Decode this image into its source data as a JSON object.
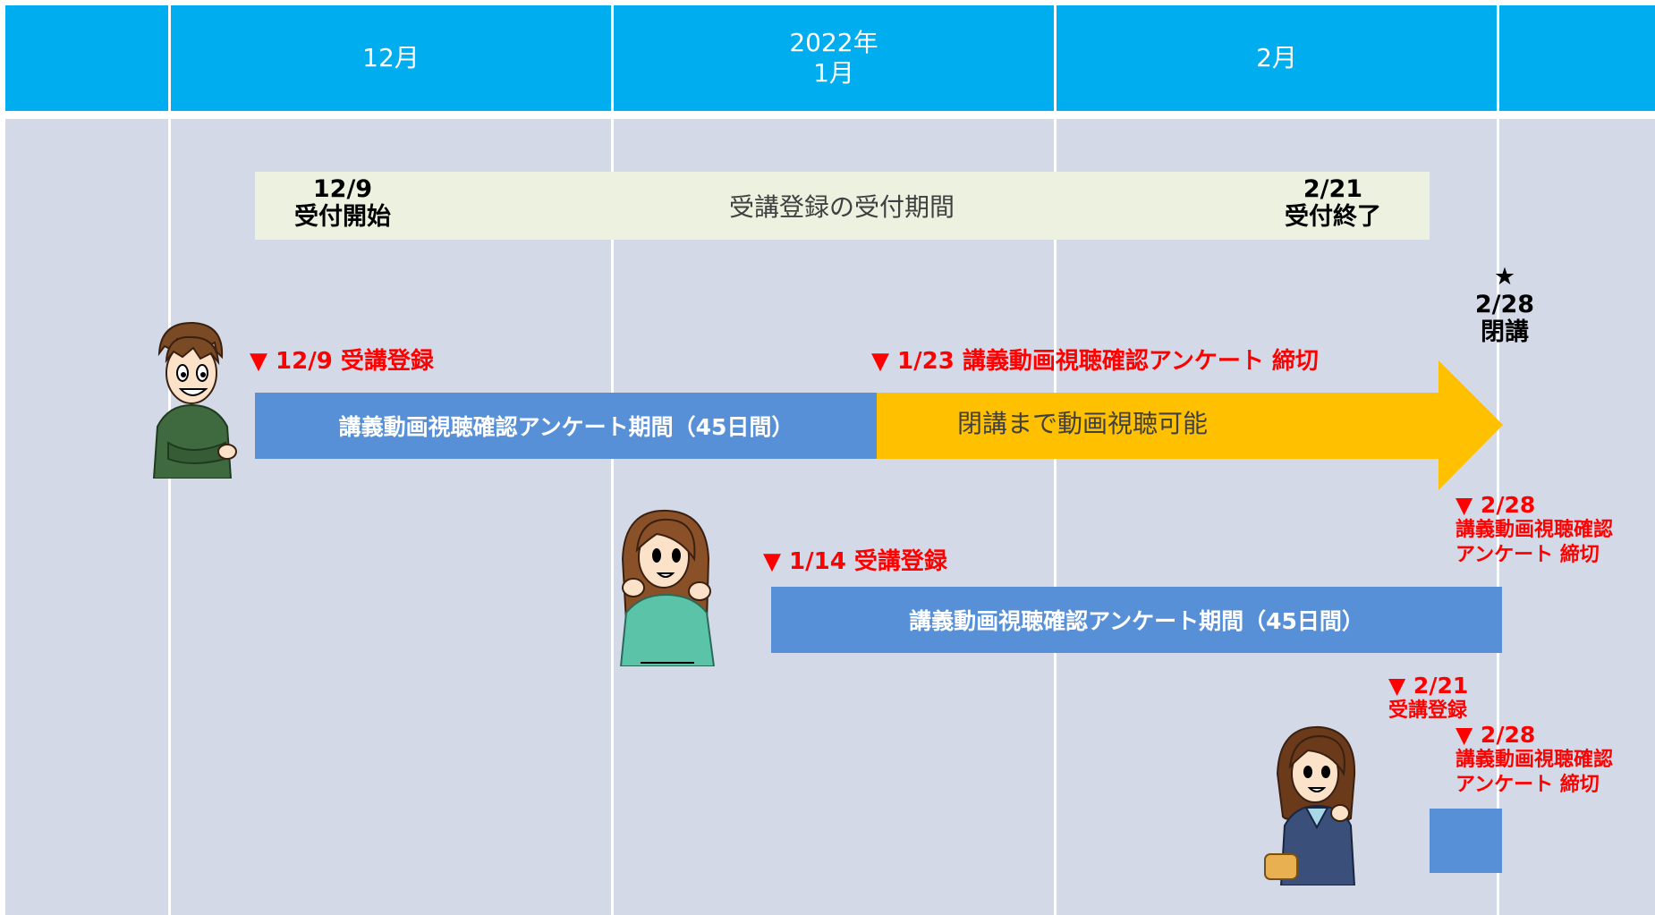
{
  "header": {
    "months": [
      {
        "label": ""
      },
      {
        "label": "12月"
      },
      {
        "year": "2022年",
        "label": "1月"
      },
      {
        "label": "2月"
      },
      {
        "label": ""
      }
    ]
  },
  "registration_period": {
    "label": "受講登録の受付期間",
    "start_date": "12/9",
    "start_label": "受付開始",
    "end_date": "2/21",
    "end_label": "受付終了"
  },
  "closing": {
    "star": "★",
    "date": "2/28",
    "label": "閉講"
  },
  "student1": {
    "registration": "▼ 12/9 受講登録",
    "deadline": "▼ 1/23 講義動画視聴確認アンケート 締切",
    "bar_label": "講義動画視聴確認アンケート期間（45日間）",
    "arrow_label": "閉講まで動画視聴可能"
  },
  "student2": {
    "deadline_date": "▼ 2/28",
    "deadline_line1": "講義動画視聴確認",
    "deadline_line2": "アンケート 締切",
    "registration": "▼ 1/14 受講登録",
    "bar_label": "講義動画視聴確認アンケート期間（45日間）"
  },
  "student3": {
    "registration_date": "▼ 2/21",
    "registration_label": "受講登録",
    "deadline_date": "▼ 2/28",
    "deadline_line1": "講義動画視聴確認",
    "deadline_line2": "アンケート 締切"
  },
  "colors": {
    "header": "#00aeef",
    "background": "#d3d9e7",
    "survey_bar": "#5790d6",
    "arrow": "#ffc000",
    "registration_band": "#edf2e0",
    "deadline_text": "#ff0000"
  }
}
